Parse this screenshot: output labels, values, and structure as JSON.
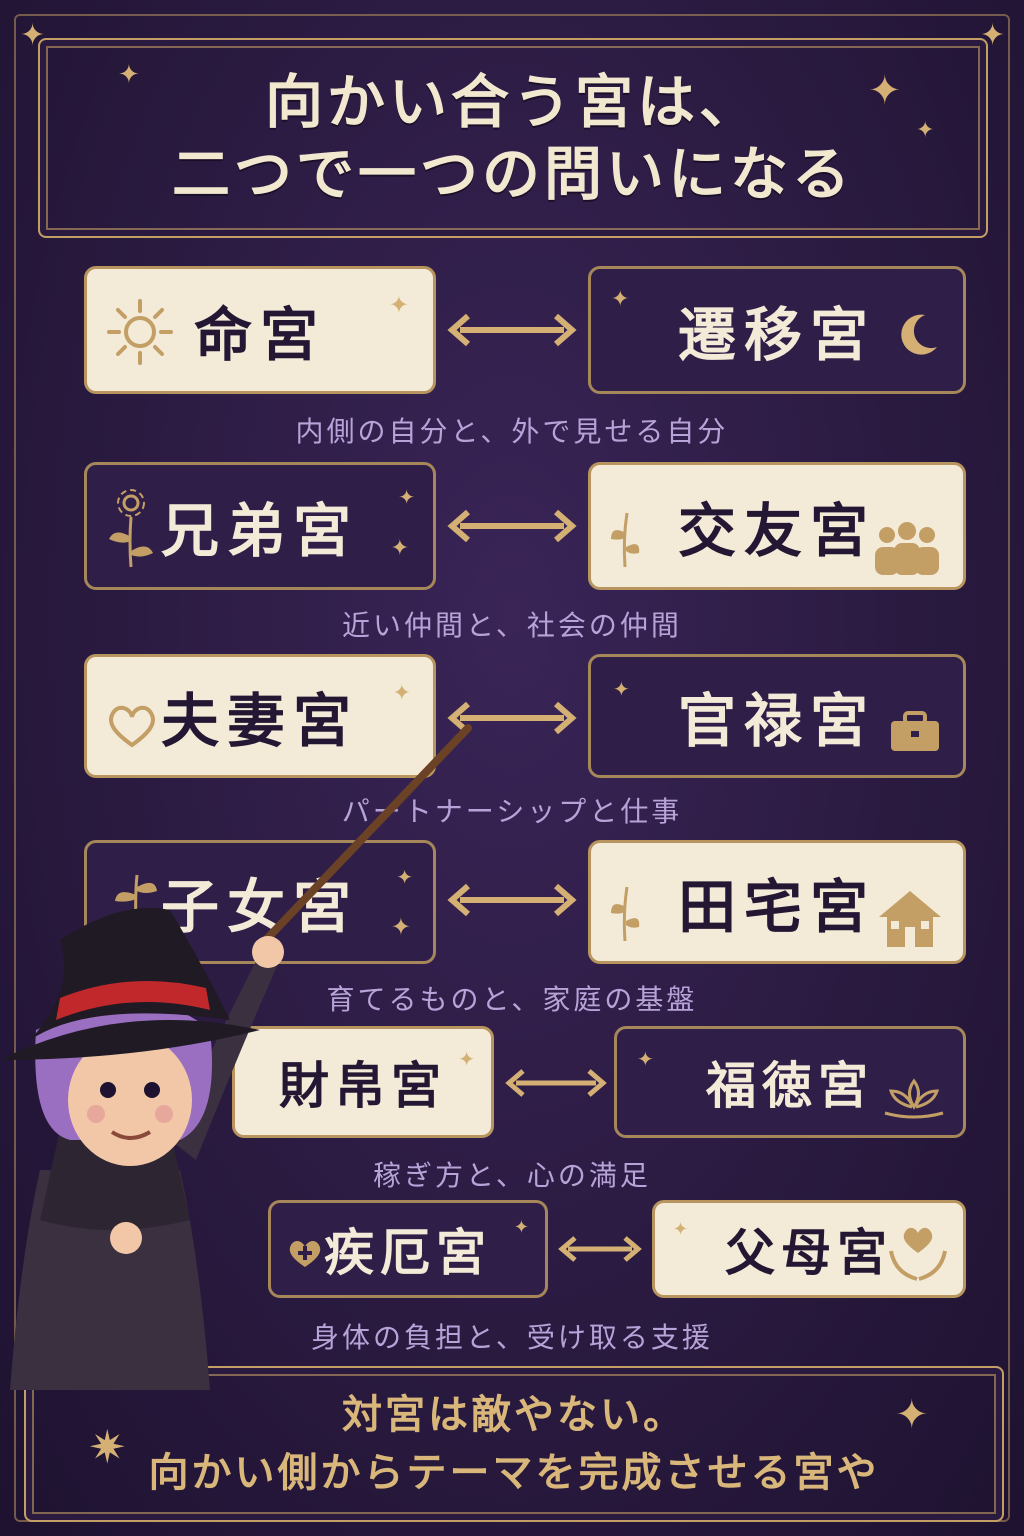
{
  "header": {
    "title_line1": "向かい合う宮は、",
    "title_line2": "二つで一つの問いになる"
  },
  "pairs": [
    {
      "left": "命宮",
      "right": "遷移宮",
      "caption": "内側の自分と、外で見せる自分"
    },
    {
      "left": "兄弟宮",
      "right": "交友宮",
      "caption": "近い仲間と、社会の仲間"
    },
    {
      "left": "夫妻宮",
      "right": "官禄宮",
      "caption": "パートナーシップと仕事"
    },
    {
      "left": "子女宮",
      "right": "田宅宮",
      "caption": "育てるものと、家庭の基盤"
    },
    {
      "left": "財帛宮",
      "right": "福徳宮",
      "caption": "稼ぎ方と、心の満足"
    },
    {
      "left": "疾厄宮",
      "right": "父母宮",
      "caption": "身体の負担と、受け取る支援"
    }
  ],
  "footer": {
    "line1": "対宮は敵やない。",
    "line2": "向かい側からテーマを完成させる宮や"
  },
  "icons": [
    "sun-icon",
    "moon-icon",
    "flower-icon",
    "people-icon",
    "heart-icon",
    "briefcase-icon",
    "plant-icon",
    "house-icon",
    "lotus-icon",
    "heart-cross-icon",
    "hands-heart-icon",
    "witch-illustration"
  ],
  "colors": {
    "background": "#2a1a40",
    "gold": "#c39f66",
    "cream": "#f3ead8",
    "caption": "#b7a3d8"
  }
}
